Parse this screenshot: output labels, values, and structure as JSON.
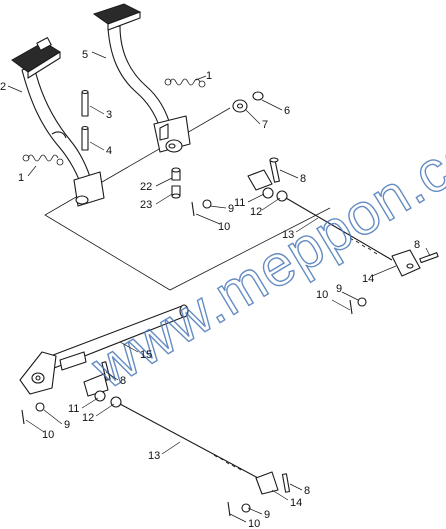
{
  "callouts": [
    {
      "id": "c1a",
      "text": "1"
    },
    {
      "id": "c1b",
      "text": "1"
    },
    {
      "id": "c2",
      "text": "2"
    },
    {
      "id": "c3",
      "text": "3"
    },
    {
      "id": "c4",
      "text": "4"
    },
    {
      "id": "c5",
      "text": "5"
    },
    {
      "id": "c6",
      "text": "6"
    },
    {
      "id": "c7",
      "text": "7"
    },
    {
      "id": "c8a",
      "text": "8"
    },
    {
      "id": "c8b",
      "text": "8"
    },
    {
      "id": "c8c",
      "text": "8"
    },
    {
      "id": "c8d",
      "text": "8"
    },
    {
      "id": "c9a",
      "text": "9"
    },
    {
      "id": "c9b",
      "text": "9"
    },
    {
      "id": "c9c",
      "text": "9"
    },
    {
      "id": "c9d",
      "text": "9"
    },
    {
      "id": "c10a",
      "text": "10"
    },
    {
      "id": "c10b",
      "text": "10"
    },
    {
      "id": "c10c",
      "text": "10"
    },
    {
      "id": "c10d",
      "text": "10"
    },
    {
      "id": "c11a",
      "text": "11"
    },
    {
      "id": "c11b",
      "text": "11"
    },
    {
      "id": "c12a",
      "text": "12"
    },
    {
      "id": "c12b",
      "text": "12"
    },
    {
      "id": "c13a",
      "text": "13"
    },
    {
      "id": "c13b",
      "text": "13"
    },
    {
      "id": "c14a",
      "text": "14"
    },
    {
      "id": "c14b",
      "text": "14"
    },
    {
      "id": "c15",
      "text": "15"
    },
    {
      "id": "c22",
      "text": "22"
    },
    {
      "id": "c23",
      "text": "23"
    }
  ],
  "watermark": {
    "text": "www.meppon.cc",
    "color": "#4a78b8"
  }
}
